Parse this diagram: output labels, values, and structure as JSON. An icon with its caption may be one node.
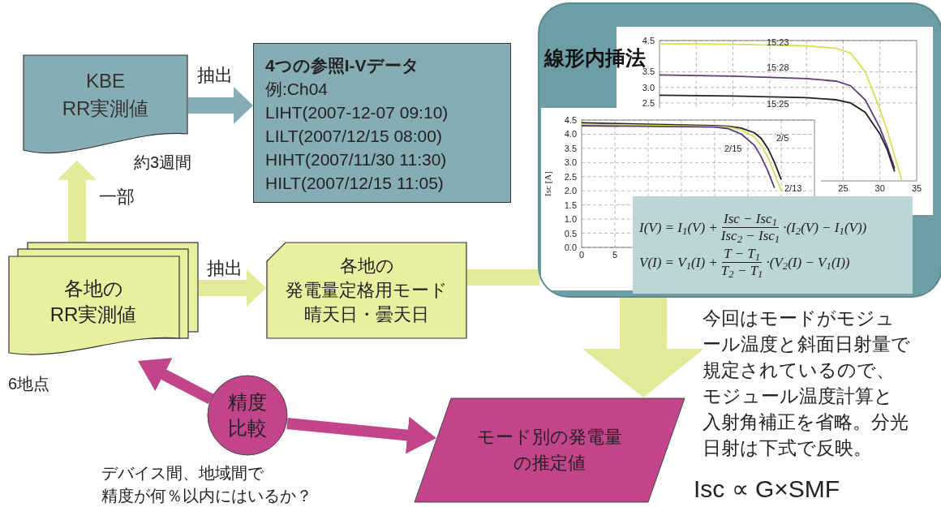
{
  "diagram": {
    "nodes": [
      {
        "text": [
          "KBE RR実測値"
        ],
        "beside": [
          "約3週間"
        ]
      },
      {
        "text": [
          "4つの参照I-Vデータ",
          "例:Ch04",
          "LIHT(2007-12-07 09:10)",
          "LILT(2007/12/15 08:00)",
          "HIHT(2007/11/30 11:30)",
          "HILT(2007/12/15 11:05)"
        ]
      },
      {
        "text": [
          "各地の",
          "RR実測値"
        ],
        "beside": [
          "6地点"
        ]
      },
      {
        "text": [
          "各地の",
          "発電量定格用モード",
          "晴天日・曇天日"
        ]
      },
      {
        "text": [
          "線形内挿法",
          "I(V) = I$_{1}$(V) +",
          "Isc − Isc$_{1}$",
          "Isc$_{2}$ − Isc$_{1}$",
          "·(I$_{2}$(V) − I$_{1}$(V))",
          "V(I) = V$_{1}$(I) +",
          "T − T$_{1}$",
          "T$_{2}$ − T$_{1}$",
          "·(V$_{2}$(I) − V$_{1}$(I))"
        ]
      },
      {
        "text": [
          "精度比較"
        ]
      },
      {
        "text": [
          "モード別の発電量の推定値"
        ]
      }
    ],
    "edges": [
      {
        "from": 0,
        "to": 1,
        "arrow": "to",
        "label": "抽出",
        "color": "#86adb3"
      },
      {
        "from": 2,
        "to": 0,
        "arrow": "to",
        "label": "一部"
      },
      {
        "from": 2,
        "to": 3,
        "arrow": "to",
        "label": "抽出"
      },
      {
        "from": 3,
        "to": 4,
        "arrow": "none"
      },
      {
        "from": 4,
        "to": 6,
        "arrow": "to"
      },
      {
        "from": 5,
        "to": 2,
        "arrow": "to",
        "color": "#c2448a"
      },
      {
        "from": 5,
        "to": 6,
        "arrow": "to",
        "color": "#c2448a"
      }
    ],
    "labels": [
      "デバイス間、地域間で",
      "精度が何％以内にはいるか？",
      "今回はモードがモジュール温度と斜面日射量で規定されているので、モジュール温度計算と入射角補正を省略。分光日射は下式で反映。",
      "Isc ∝ G×SMF"
    ],
    "chart_data": [
      {
        "type": "line",
        "x": [
          0,
          10,
          20,
          24,
          26,
          28,
          30,
          31,
          32,
          33
        ],
        "series": [
          {
            "name": "15:23",
            "color": "#d6de5a",
            "values": [
              4.4,
              4.38,
              4.33,
              4.25,
              4.1,
              3.5,
              2.3,
              1.6,
              0.8,
              0
            ]
          },
          {
            "name": "15:28",
            "color": "#5b3d7a",
            "values": [
              3.4,
              3.36,
              3.28,
              3.2,
              3.05,
              2.6,
              1.7,
              1.1,
              0.4,
              null
            ]
          },
          {
            "name": "15:25",
            "color": "#222222",
            "values": [
              2.75,
              2.72,
              2.67,
              2.6,
              2.5,
              2.2,
              1.5,
              1.0,
              0.3,
              null
            ]
          }
        ],
        "xlim": [
          0,
          35
        ],
        "ylim": [
          0,
          4.5
        ],
        "xticks": [
          25,
          30,
          35
        ],
        "yticks": [
          2.5,
          {
            "value": 3,
            "label": "3.0"
          },
          3.5,
          4.5
        ],
        "grid": true
      },
      {
        "type": "line",
        "ylabel": "Isc [A]",
        "x": [
          0,
          20,
          22,
          24,
          26,
          27,
          28,
          29,
          30
        ],
        "series": [
          {
            "name": "2/5",
            "color": "#222222",
            "values": [
              4.4,
              4.3,
              4.28,
              4.22,
              4.05,
              3.85,
              3.5,
              3.0,
              2.4
            ]
          },
          {
            "name": "2/13",
            "color": "#d6de5a",
            "values": [
              4.35,
              4.27,
              4.25,
              4.15,
              3.9,
              3.6,
              3.2,
              2.6,
              2.0
            ]
          },
          {
            "name": "2/15",
            "color": "#5b3d7a",
            "values": [
              4.3,
              4.25,
              4.2,
              4.0,
              3.6,
              3.2,
              2.7,
              2.1,
              null
            ]
          }
        ],
        "xlim": [
          0,
          35
        ],
        "ylim": [
          0,
          4.5
        ],
        "xticks": [
          0,
          5
        ],
        "grid": true,
        "yticks": [
          {
            "value": 0,
            "label": "0.0"
          },
          0.5,
          {
            "value": 1,
            "label": "1.0"
          },
          1.5,
          {
            "value": 2,
            "label": "2.0"
          },
          2.5,
          {
            "value": 3,
            "label": "3.0"
          },
          3.5,
          {
            "value": 4,
            "label": "4.0"
          },
          4.5
        ]
      }
    ]
  }
}
